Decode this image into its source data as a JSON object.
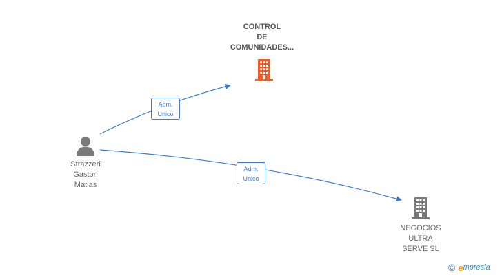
{
  "nodes": {
    "control": {
      "lines": [
        "CONTROL",
        "DE",
        "COMUNIDADES..."
      ],
      "color": "#f15a22"
    },
    "negocios": {
      "lines": [
        "NEGOCIOS",
        "ULTRA",
        "SERVE SL"
      ],
      "color": "#7a7a7a"
    },
    "person": {
      "lines": [
        "Strazzeri",
        "Gaston",
        "Matias"
      ],
      "color": "#7a7a7a"
    }
  },
  "edges": [
    {
      "from": "person",
      "to": "control",
      "label": [
        "Adm.",
        "Unico"
      ]
    },
    {
      "from": "person",
      "to": "negocios",
      "label": [
        "Adm.",
        "Unico"
      ]
    }
  ],
  "edge_color": "#3a7cc9",
  "brand": {
    "copyright": "©",
    "initial": "e",
    "rest": "mpresia"
  }
}
